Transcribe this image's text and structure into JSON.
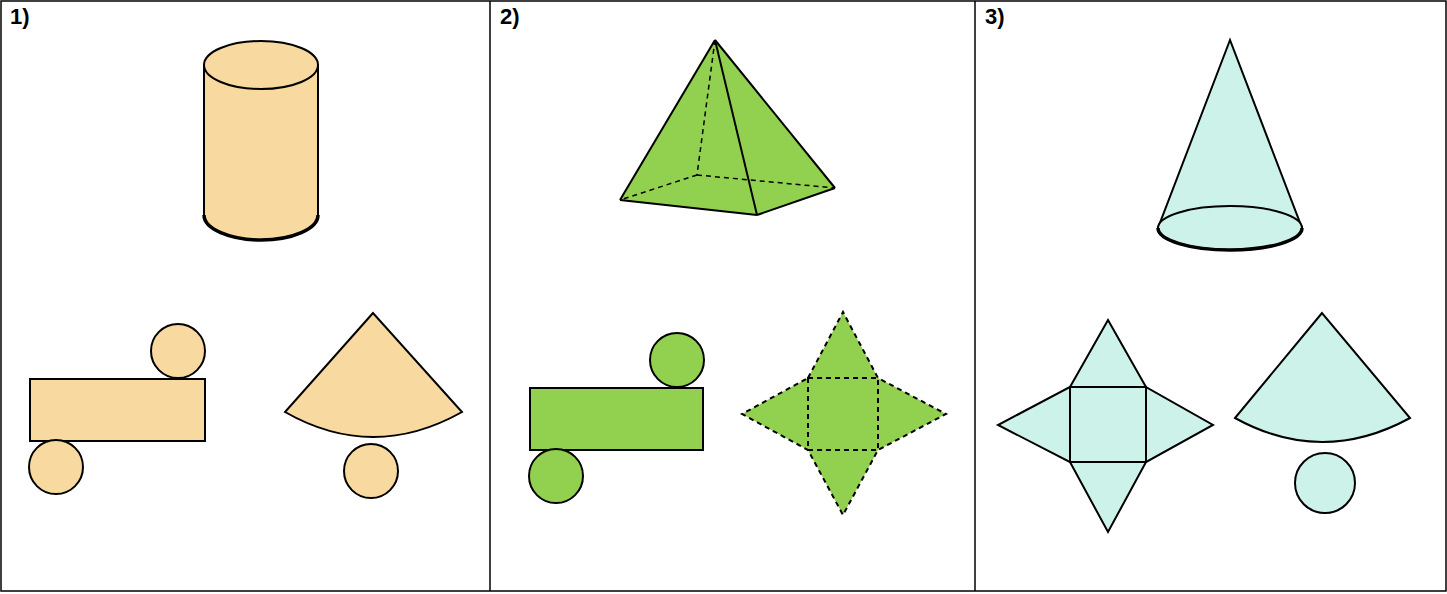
{
  "diagram": {
    "labels": [
      "1)",
      "2)",
      "3)"
    ]
  }
}
